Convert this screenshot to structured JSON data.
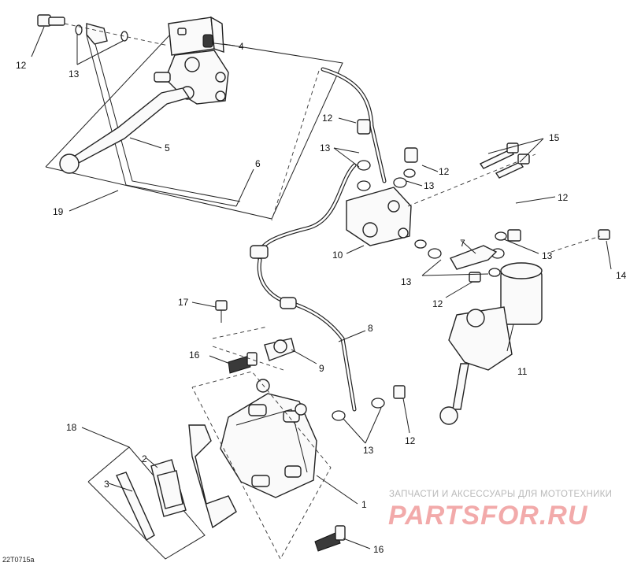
{
  "diagram": {
    "reference_code": "22T0715a",
    "callouts": [
      {
        "id": "c4",
        "text": "4"
      },
      {
        "id": "c5",
        "text": "5"
      },
      {
        "id": "c6",
        "text": "6"
      },
      {
        "id": "c19",
        "text": "19"
      },
      {
        "id": "c12a",
        "text": "12"
      },
      {
        "id": "c13a",
        "text": "13"
      },
      {
        "id": "c12b",
        "text": "12"
      },
      {
        "id": "c13b",
        "text": "13"
      },
      {
        "id": "c12c",
        "text": "12"
      },
      {
        "id": "c13c",
        "text": "13"
      },
      {
        "id": "c15",
        "text": "15"
      },
      {
        "id": "c12d",
        "text": "12"
      },
      {
        "id": "c10",
        "text": "10"
      },
      {
        "id": "c7",
        "text": "7"
      },
      {
        "id": "c13d",
        "text": "13"
      },
      {
        "id": "c14",
        "text": "14"
      },
      {
        "id": "c13e",
        "text": "13"
      },
      {
        "id": "c12e",
        "text": "12"
      },
      {
        "id": "c17",
        "text": "17"
      },
      {
        "id": "c8",
        "text": "8"
      },
      {
        "id": "c16a",
        "text": "16"
      },
      {
        "id": "c9",
        "text": "9"
      },
      {
        "id": "c11",
        "text": "11"
      },
      {
        "id": "c18",
        "text": "18"
      },
      {
        "id": "c2",
        "text": "2"
      },
      {
        "id": "c3",
        "text": "3"
      },
      {
        "id": "c12f",
        "text": "12"
      },
      {
        "id": "c13f",
        "text": "13"
      },
      {
        "id": "c1",
        "text": "1"
      },
      {
        "id": "c16b",
        "text": "16"
      }
    ]
  },
  "watermark": {
    "tagline": "ЗАПЧАСТИ И АКСЕССУАРЫ ДЛЯ МОТОТЕХНИКИ",
    "logo": "PARTSFOR.RU",
    "color": "#f2aaaa"
  }
}
